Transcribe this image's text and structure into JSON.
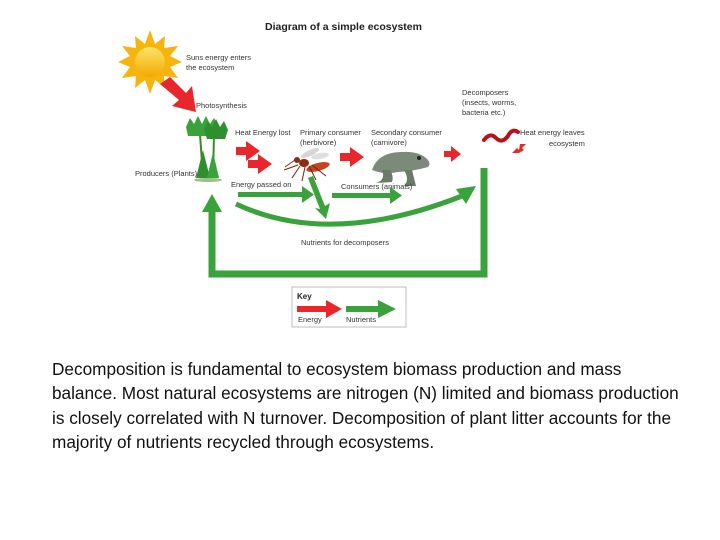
{
  "diagram": {
    "title": "Diagram of a simple ecosystem",
    "labels": {
      "sun_line1": "Suns energy enters",
      "sun_line2": "the ecosystem",
      "photosynthesis": "Photosynthesis",
      "heat_lost": "Heat Energy lost",
      "primary_line1": "Primary consumer",
      "primary_line2": "(herbivore)",
      "secondary_line1": "Secondary consumer",
      "secondary_line2": "(carnivore)",
      "decomposers_line1": "Decomposers",
      "decomposers_line2": "(insects, worms,",
      "decomposers_line3": "bacteria etc.)",
      "heat_leaves_line1": "Heat energy leaves",
      "heat_leaves_line2": "ecosystem",
      "producers": "Producers (Plants)",
      "energy_passed": "Energy passed on",
      "consumers": "Consumers (animals)",
      "nutrients_decomposers": "Nutrients for decomposers"
    },
    "key": {
      "title": "Key",
      "energy": "Energy",
      "nutrients": "Nutrients"
    },
    "colors": {
      "energy": "#e8262b",
      "nutrients": "#3aa23a",
      "sun": "#f6c21b"
    },
    "icons": [
      "sun-icon",
      "plant-icon",
      "mosquito-icon",
      "frog-icon",
      "worm-icon"
    ]
  },
  "caption": "Decomposition is fundamental to ecosystem biomass production and mass balance. Most natural ecosystems are nitrogen (N) limited and biomass production is closely correlated with N turnover. Decomposition of plant litter accounts for the majority of nutrients recycled through ecosystems."
}
